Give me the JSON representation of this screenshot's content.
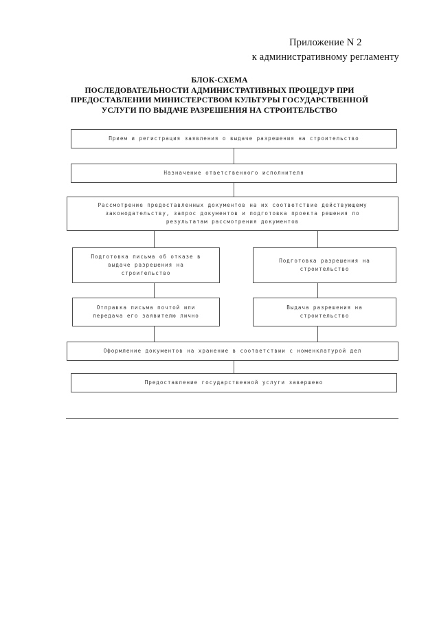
{
  "header": {
    "lines": [
      "Приложение N 2",
      "к административному регламенту"
    ]
  },
  "title": {
    "lines": [
      "БЛОК-СХЕМА",
      "ПОСЛЕДОВАТЕЛЬНОСТИ АДМИНИСТРАТИВНЫХ ПРОЦЕДУР ПРИ",
      "ПРЕДОСТАВЛЕНИИ МИНИСТЕРСТВОМ КУЛЬТУРЫ ГОСУДАРСТВЕННОЙ",
      "УСЛУГИ ПО ВЫДАЧЕ РАЗРЕШЕНИЯ НА СТРОИТЕЛЬСТВО"
    ]
  },
  "flowchart": {
    "type": "flowchart",
    "nodes": [
      {
        "id": "n1",
        "lines": [
          "Прием и регистрация заявления о выдаче разрешения на строительство"
        ]
      },
      {
        "id": "n2",
        "lines": [
          "Назначение ответственного исполнителя"
        ]
      },
      {
        "id": "n3",
        "lines": [
          "Рассмотрение предоставленных документов на их соответствие действующему",
          "законодательству, запрос документов и подготовка проекта решения по",
          "результатам рассмотрения документов"
        ]
      },
      {
        "id": "n4l",
        "lines": [
          "Подготовка письма об отказе в",
          "выдаче разрешения на",
          "строительство"
        ]
      },
      {
        "id": "n4r",
        "lines": [
          "Подготовка разрешения на",
          "строительство"
        ]
      },
      {
        "id": "n5l",
        "lines": [
          "Отправка письма почтой или",
          "передача его заявителю лично"
        ]
      },
      {
        "id": "n5r",
        "lines": [
          "Выдача разрешения на",
          "строительство"
        ]
      },
      {
        "id": "n6",
        "lines": [
          "Оформление документов на хранение в соответствии с номенклатурой дел"
        ]
      },
      {
        "id": "n7",
        "lines": [
          "Предоставление государственной услуги завершено"
        ]
      }
    ],
    "edges": [
      {
        "from": "n1",
        "to": "n2"
      },
      {
        "from": "n2",
        "to": "n3"
      },
      {
        "from": "n3",
        "to": "n4l"
      },
      {
        "from": "n3",
        "to": "n4r"
      },
      {
        "from": "n4l",
        "to": "n5l"
      },
      {
        "from": "n4r",
        "to": "n5r"
      },
      {
        "from": "n5l",
        "to": "n6"
      },
      {
        "from": "n5r",
        "to": "n6"
      },
      {
        "from": "n6",
        "to": "n7"
      }
    ]
  },
  "colors": {
    "box_border": "#4a4a4a",
    "connector": "#5a5a5a",
    "box_text": "#3a3a3a",
    "title_text": "#0d0d0d",
    "page_background": "#ffffff"
  }
}
